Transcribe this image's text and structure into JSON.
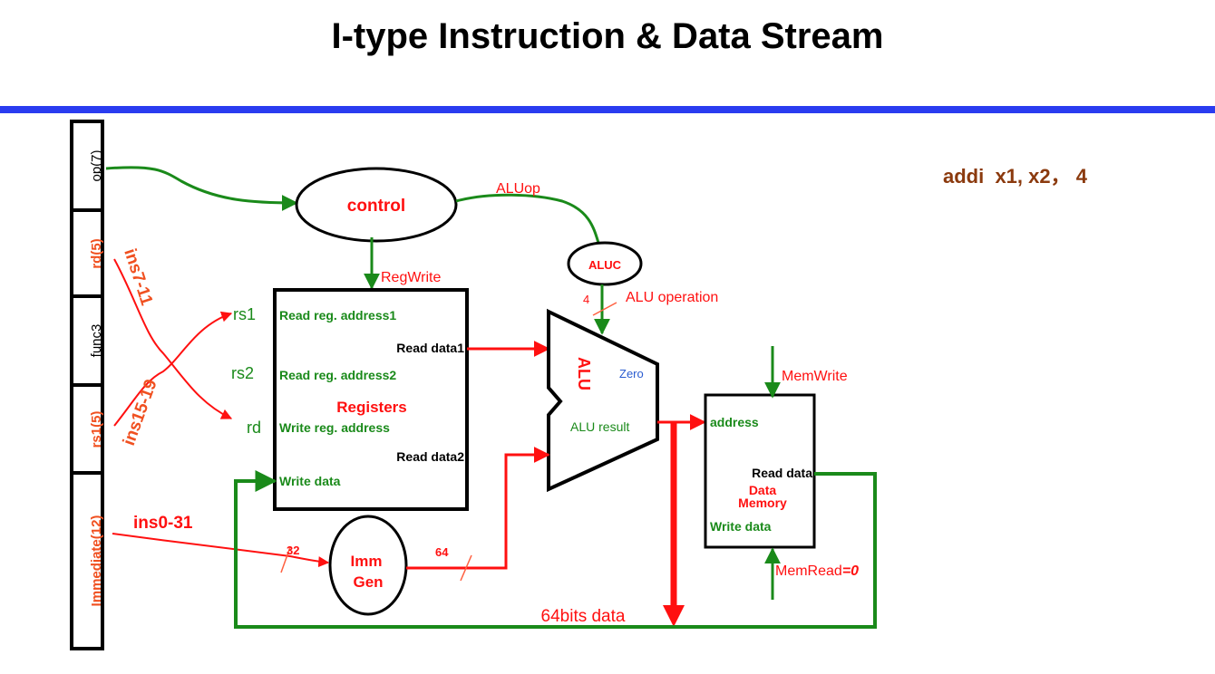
{
  "title": "I-type Instruction & Data Stream",
  "instruction_example": "addi  x1, x2， 4",
  "instruction_fields": [
    "op(7)",
    "rd(5)",
    "func3",
    "rs1(5)",
    "Immediate(12)"
  ],
  "bit_ranges": {
    "rd": "ins7-11",
    "rs1": "ins15-19",
    "imm": "ins0-31"
  },
  "control": {
    "label": "control",
    "aluop": "ALUop",
    "regwrite": "RegWrite"
  },
  "aluc": {
    "label": "ALUC",
    "width": "4",
    "operation": "ALU operation"
  },
  "registers": {
    "title": "Registers",
    "read_addr1": "Read reg. address1",
    "read_addr2": "Read reg. address2",
    "write_addr": "Write reg. address",
    "write_data": "Write data",
    "read_data1": "Read data1",
    "read_data2": "Read data2",
    "port_rs1": "rs1",
    "port_rs2": "rs2",
    "port_rd": "rd"
  },
  "alu": {
    "label": "ALU",
    "zero": "Zero",
    "result": "ALU result"
  },
  "immgen": {
    "line1": "Imm",
    "line2": "Gen",
    "in_width": "32",
    "out_width": "64"
  },
  "memory": {
    "title1": "Data",
    "title2": "Memory",
    "address": "address",
    "read_data": "Read data",
    "write_data": "Write data",
    "memwrite": "MemWrite",
    "memread": "MemRead",
    "memread_value": "=0"
  },
  "bus_label": "64bits data",
  "colors": {
    "accent_blue": "#2a3cf0",
    "wire_green": "#1a8a1a",
    "wire_red": "#ff1010",
    "label_orange": "#f05020",
    "instr_brown": "#8b3a0e"
  }
}
